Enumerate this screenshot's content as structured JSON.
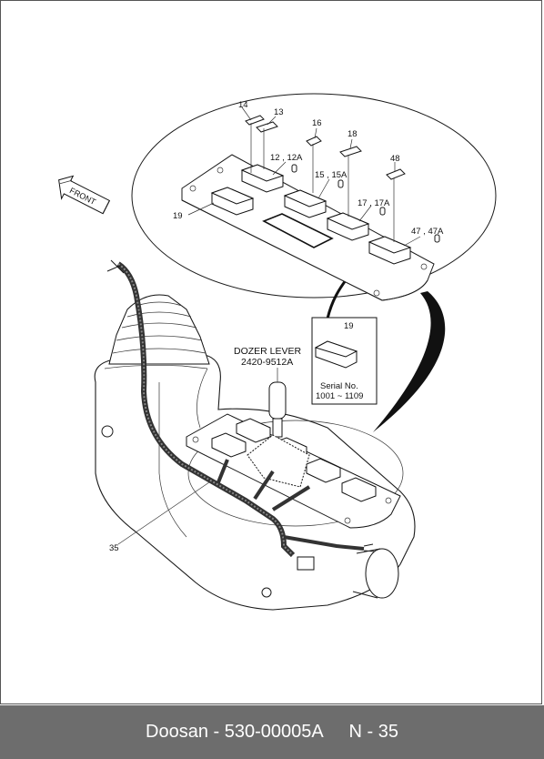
{
  "callouts": {
    "c14": "14",
    "c13": "13",
    "c16": "16",
    "c18": "18",
    "c48": "48",
    "c12": "12 , 12A",
    "c15": "15 , 15A",
    "c17": "17 , 17A",
    "c47": "47 , 47A",
    "c19": "19",
    "c19b": "19",
    "c35": "35"
  },
  "front_label": "FRONT",
  "dozer_lever": {
    "title": "DOZER LEVER",
    "part_no": "2420-9512A"
  },
  "serial": {
    "label": "Serial No.",
    "range": "1001 ~ 1109"
  },
  "footer": {
    "brand": "Doosan",
    "doc_no": "530-00005A",
    "page": "N - 35"
  }
}
